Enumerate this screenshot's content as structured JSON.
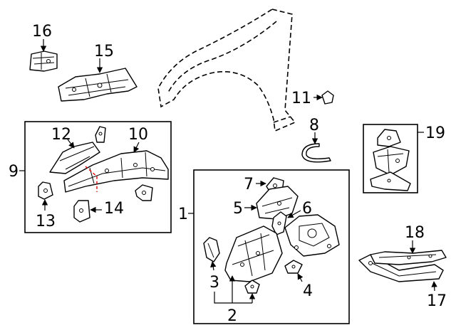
{
  "callouts": {
    "c1": "1",
    "c2": "2",
    "c3": "3",
    "c4": "4",
    "c5": "5",
    "c6": "6",
    "c7": "7",
    "c8": "8",
    "c9": "9",
    "c10": "10",
    "c11": "11",
    "c12": "12",
    "c13": "13",
    "c14": "14",
    "c15": "15",
    "c16": "16",
    "c17": "17",
    "c18": "18",
    "c19": "19"
  },
  "colors": {
    "line": "#000000",
    "background": "#ffffff",
    "section_mark": "#e00000"
  }
}
